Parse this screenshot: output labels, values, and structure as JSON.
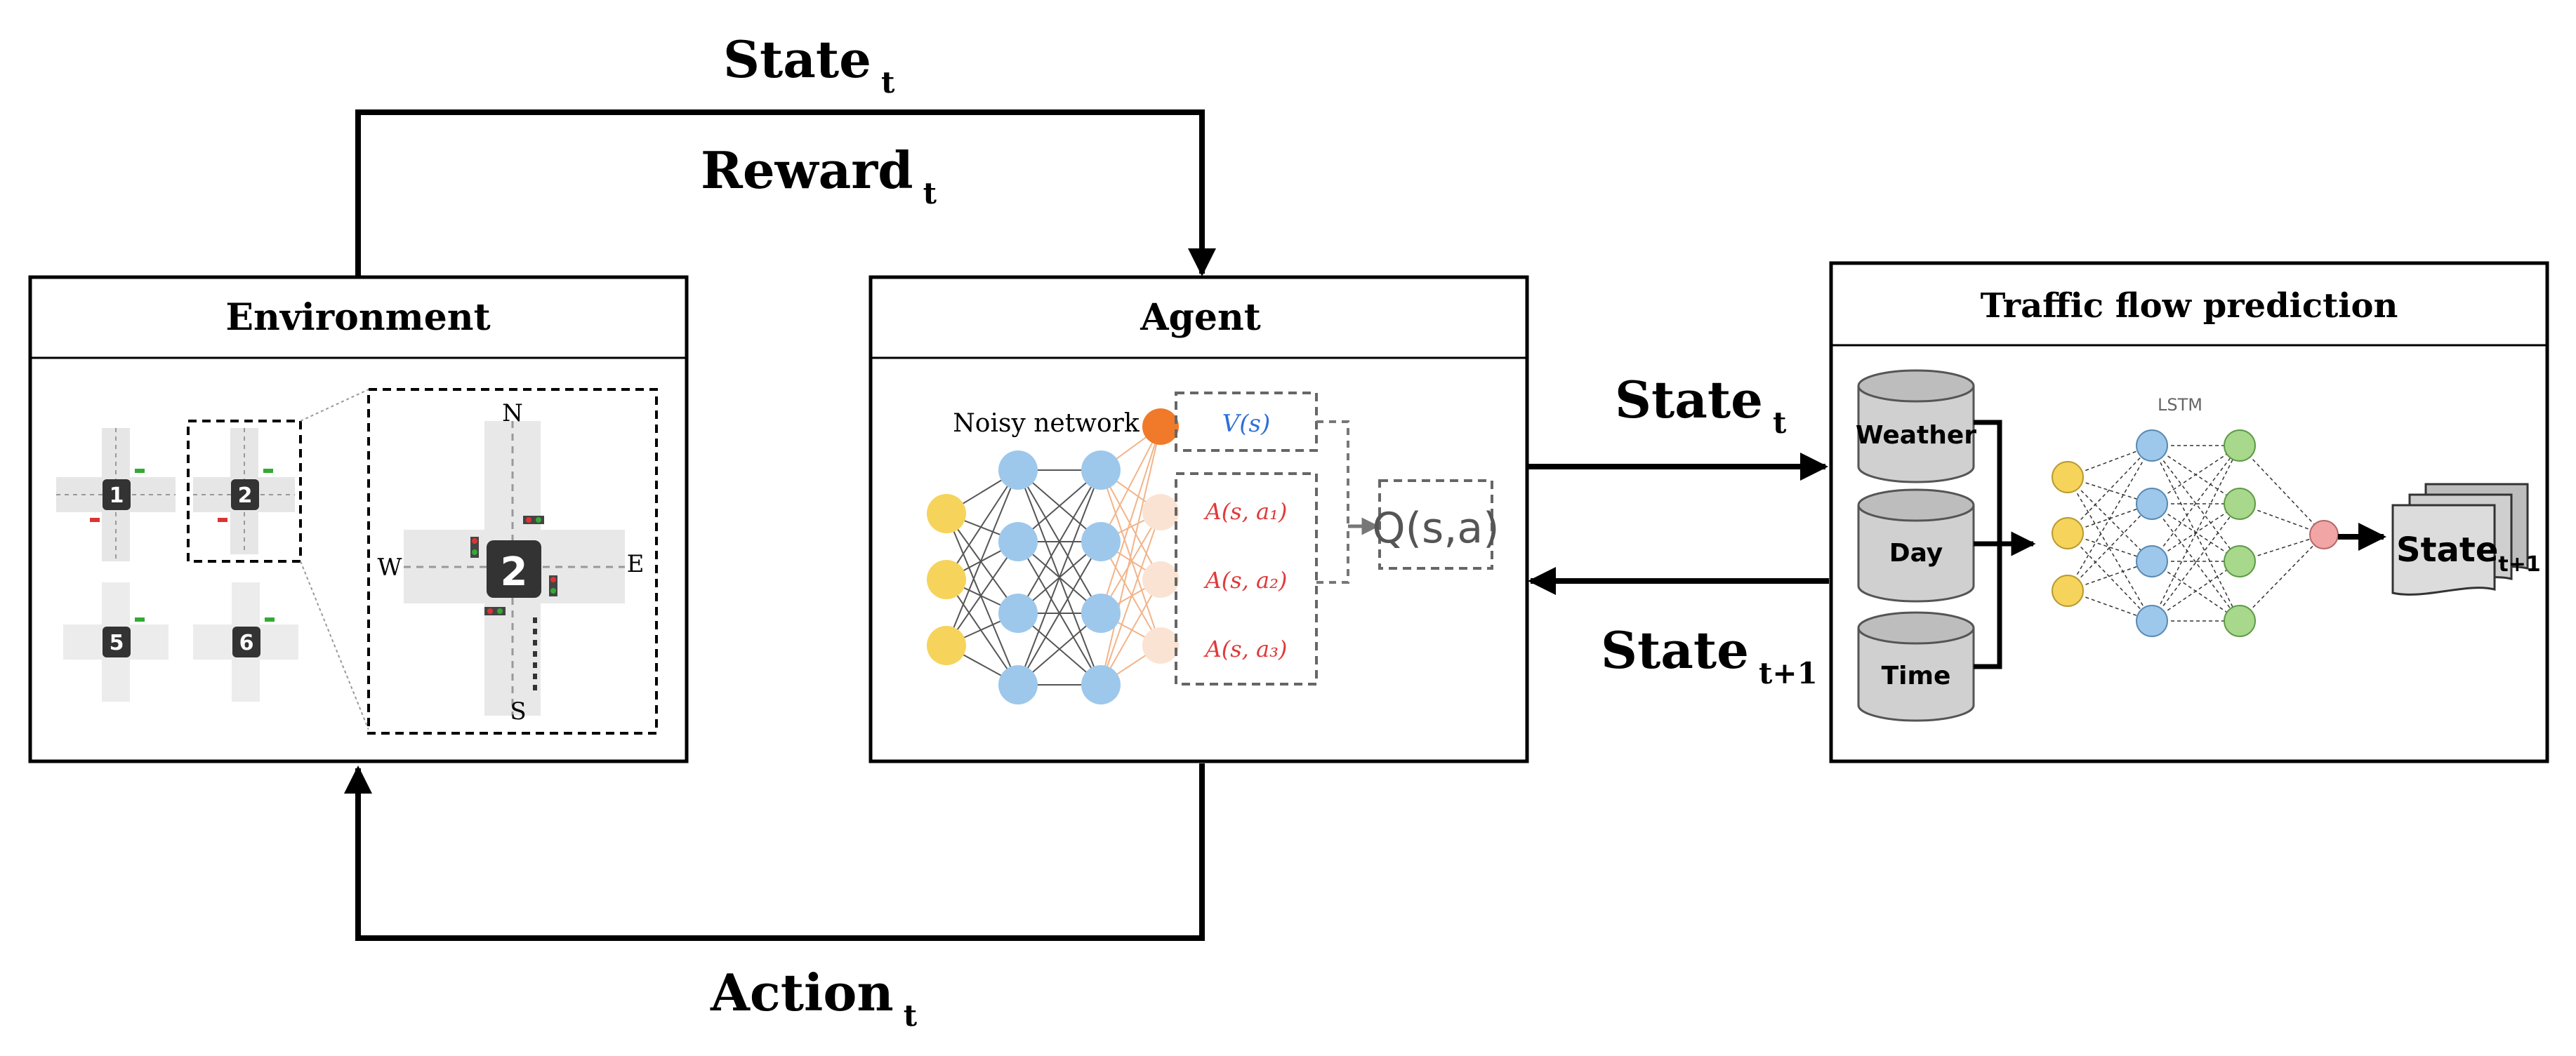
{
  "flow_labels": {
    "state_top": "State",
    "state_top_sub": "t",
    "reward_top": "Reward",
    "reward_top_sub": "t",
    "action_bottom": "Action",
    "action_bottom_sub": "t",
    "state_mid": "State",
    "state_mid_sub": "t",
    "state_next": "State",
    "state_next_sub": "t+1"
  },
  "environment": {
    "title": "Environment",
    "intersections": [
      "1",
      "2",
      "5",
      "6"
    ],
    "zoom_number": "2",
    "compass": {
      "n": "N",
      "s": "S",
      "w": "W",
      "e": "E"
    }
  },
  "agent": {
    "title": "Agent",
    "network_label": "Noisy network",
    "value_label": "V(s)",
    "advantage_labels": [
      "A(s, a₁)",
      "A(s, a₂)",
      "A(s, a₃)"
    ],
    "q_label": "Q(s,a)"
  },
  "traffic": {
    "title": "Traffic flow prediction",
    "inputs": [
      "Weather",
      "Day",
      "Time"
    ],
    "lstm_label": "LSTM",
    "output_label": "State",
    "output_sub": "t+1"
  },
  "colors": {
    "input_node": "#F6D35B",
    "hidden_node": "#9DC8EC",
    "value_node": "#F07A2A",
    "advantage_node": "#FBE3D3",
    "lstm_out_node": "#A8D88C",
    "pred_node": "#F2A5A5",
    "value_text": "#2E6FD8",
    "advantage_text": "#E03A3A"
  }
}
